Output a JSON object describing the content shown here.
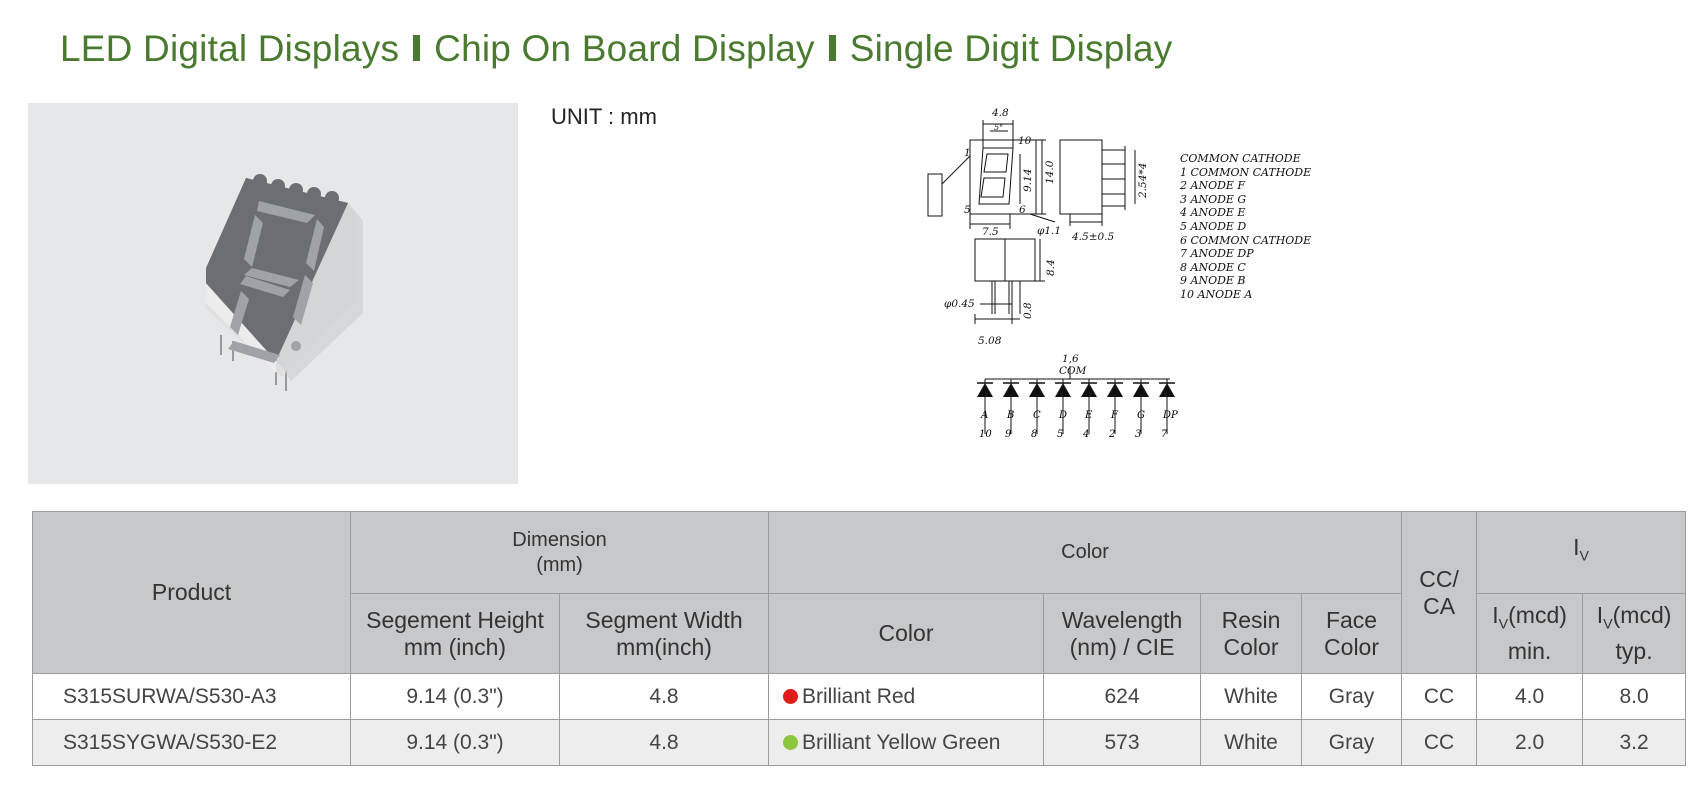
{
  "title": {
    "part1": "LED Digital Displays",
    "part2": "Chip On Board Display",
    "part3": "Single Digit Display",
    "accent_color": "#4a7a2f"
  },
  "unit_label": "UNIT : mm",
  "drawing": {
    "dims": {
      "width_top": "4.8",
      "small_top": "5°",
      "height_a": "9.14",
      "height_b": "14.0",
      "pitch": "2.54*4",
      "base_width": "7.5",
      "pin_dia": "φ1.1",
      "depth": "4.5±0.5",
      "side_h": "8.4",
      "lead_dia": "φ0.45",
      "lead_len": "0.8",
      "lead_pitch": "5.08",
      "pin_top": "10",
      "pin_left": "1",
      "pin_five": "5",
      "pin_six": "6"
    },
    "pin_legend": [
      "COMMON CATHODE",
      "1 COMMON CATHODE",
      "2 ANODE F",
      "3 ANODE G",
      "4 ANODE E",
      "5 ANODE D",
      "6 COMMON CATHODE",
      "7 ANODE DP",
      "8 ANODE C",
      "9 ANODE B",
      "10 ANODE A"
    ],
    "circuit": {
      "com_top": "1,6",
      "com_label": "COM",
      "segments": [
        {
          "seg": "A",
          "pin": "10"
        },
        {
          "seg": "B",
          "pin": "9"
        },
        {
          "seg": "C",
          "pin": "8"
        },
        {
          "seg": "D",
          "pin": "5"
        },
        {
          "seg": "E",
          "pin": "4"
        },
        {
          "seg": "F",
          "pin": "2"
        },
        {
          "seg": "G",
          "pin": "3"
        },
        {
          "seg": "DP",
          "pin": "7"
        }
      ]
    }
  },
  "table": {
    "headers": {
      "product": "Product",
      "dimension": "Dimension",
      "dimension_unit": "(mm)",
      "color_group": "Color",
      "cc_ca_1": "CC/",
      "cc_ca_2": "CA",
      "iv_sym": "I",
      "iv_sub": "V",
      "seg_height_1": "Segement Height",
      "seg_height_2": "mm (inch)",
      "seg_width_1": "Segment Width",
      "seg_width_2": "mm(inch)",
      "color": "Color",
      "wavelength_1": "Wavelength",
      "wavelength_2": "(nm) / CIE",
      "resin_1": "Resin",
      "resin_2": "Color",
      "face_1": "Face",
      "face_2": "Color",
      "iv_min_pre": "I",
      "iv_min_sub": "V",
      "iv_min_post": "(mcd)",
      "iv_min_2": "min.",
      "iv_typ_pre": "I",
      "iv_typ_sub": "V",
      "iv_typ_post": "(mcd)",
      "iv_typ_2": "typ."
    },
    "rows": [
      {
        "product": "S315SURWA/S530-A3",
        "seg_height": "9.14 (0.3\")",
        "seg_width": "4.8",
        "color_dot": "#e21b1b",
        "color": "Brilliant Red",
        "wavelength": "624",
        "resin": "White",
        "face": "Gray",
        "cc_ca": "CC",
        "iv_min": "4.0",
        "iv_typ": "8.0"
      },
      {
        "product": "S315SYGWA/S530-E2",
        "seg_height": "9.14 (0.3\")",
        "seg_width": "4.8",
        "color_dot": "#8dc63f",
        "color": "Brilliant Yellow Green",
        "wavelength": "573",
        "resin": "White",
        "face": "Gray",
        "cc_ca": "CC",
        "iv_min": "2.0",
        "iv_typ": "3.2"
      }
    ]
  }
}
